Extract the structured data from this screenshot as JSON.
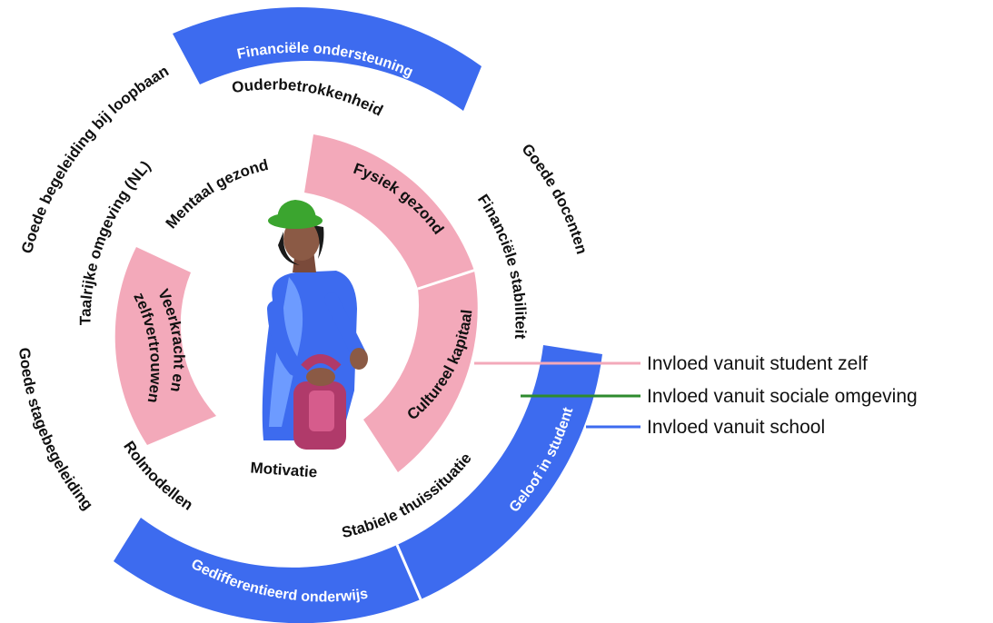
{
  "colors": {
    "student": "#F3A9BA",
    "social": "#2E8B2E",
    "school": "#3D6BEF"
  },
  "legend": {
    "student_label": "Invloed vanuit student zelf",
    "social_label": "Invloed vanuit sociale omgeving",
    "school_label": "Invloed vanuit school"
  },
  "inner_ring": {
    "fysiek": "Fysiek gezond",
    "cultureel": "Cultureel kapitaal",
    "verkracht_line1": "Veerkracht en",
    "verkracht_line2": "zelfvertrouwen"
  },
  "inner_labels": {
    "mentaal": "Mentaal gezond",
    "motivatie": "Motivatie"
  },
  "middle_ring": {
    "ouder": "Ouderbetrokkenheid",
    "financiele_stabiliteit": "Financiële stabiliteit",
    "stabiele_thuis": "Stabiele thuissituatie",
    "rolmodellen": "Rolmodellen",
    "taalrijke": "Taalrijke omgeving (NL)"
  },
  "outer_ring": {
    "financiele_ondersteuning": "Financiële ondersteuning",
    "goede_docenten": "Goede docenten",
    "geloof": "Geloof in student",
    "gedifferentieerd": "Gedifferentieerd onderwijs",
    "stagebegeleiding": "Goede stagebegeleiding",
    "loopbaan": "Goede begeleiding bij loopbaan"
  }
}
